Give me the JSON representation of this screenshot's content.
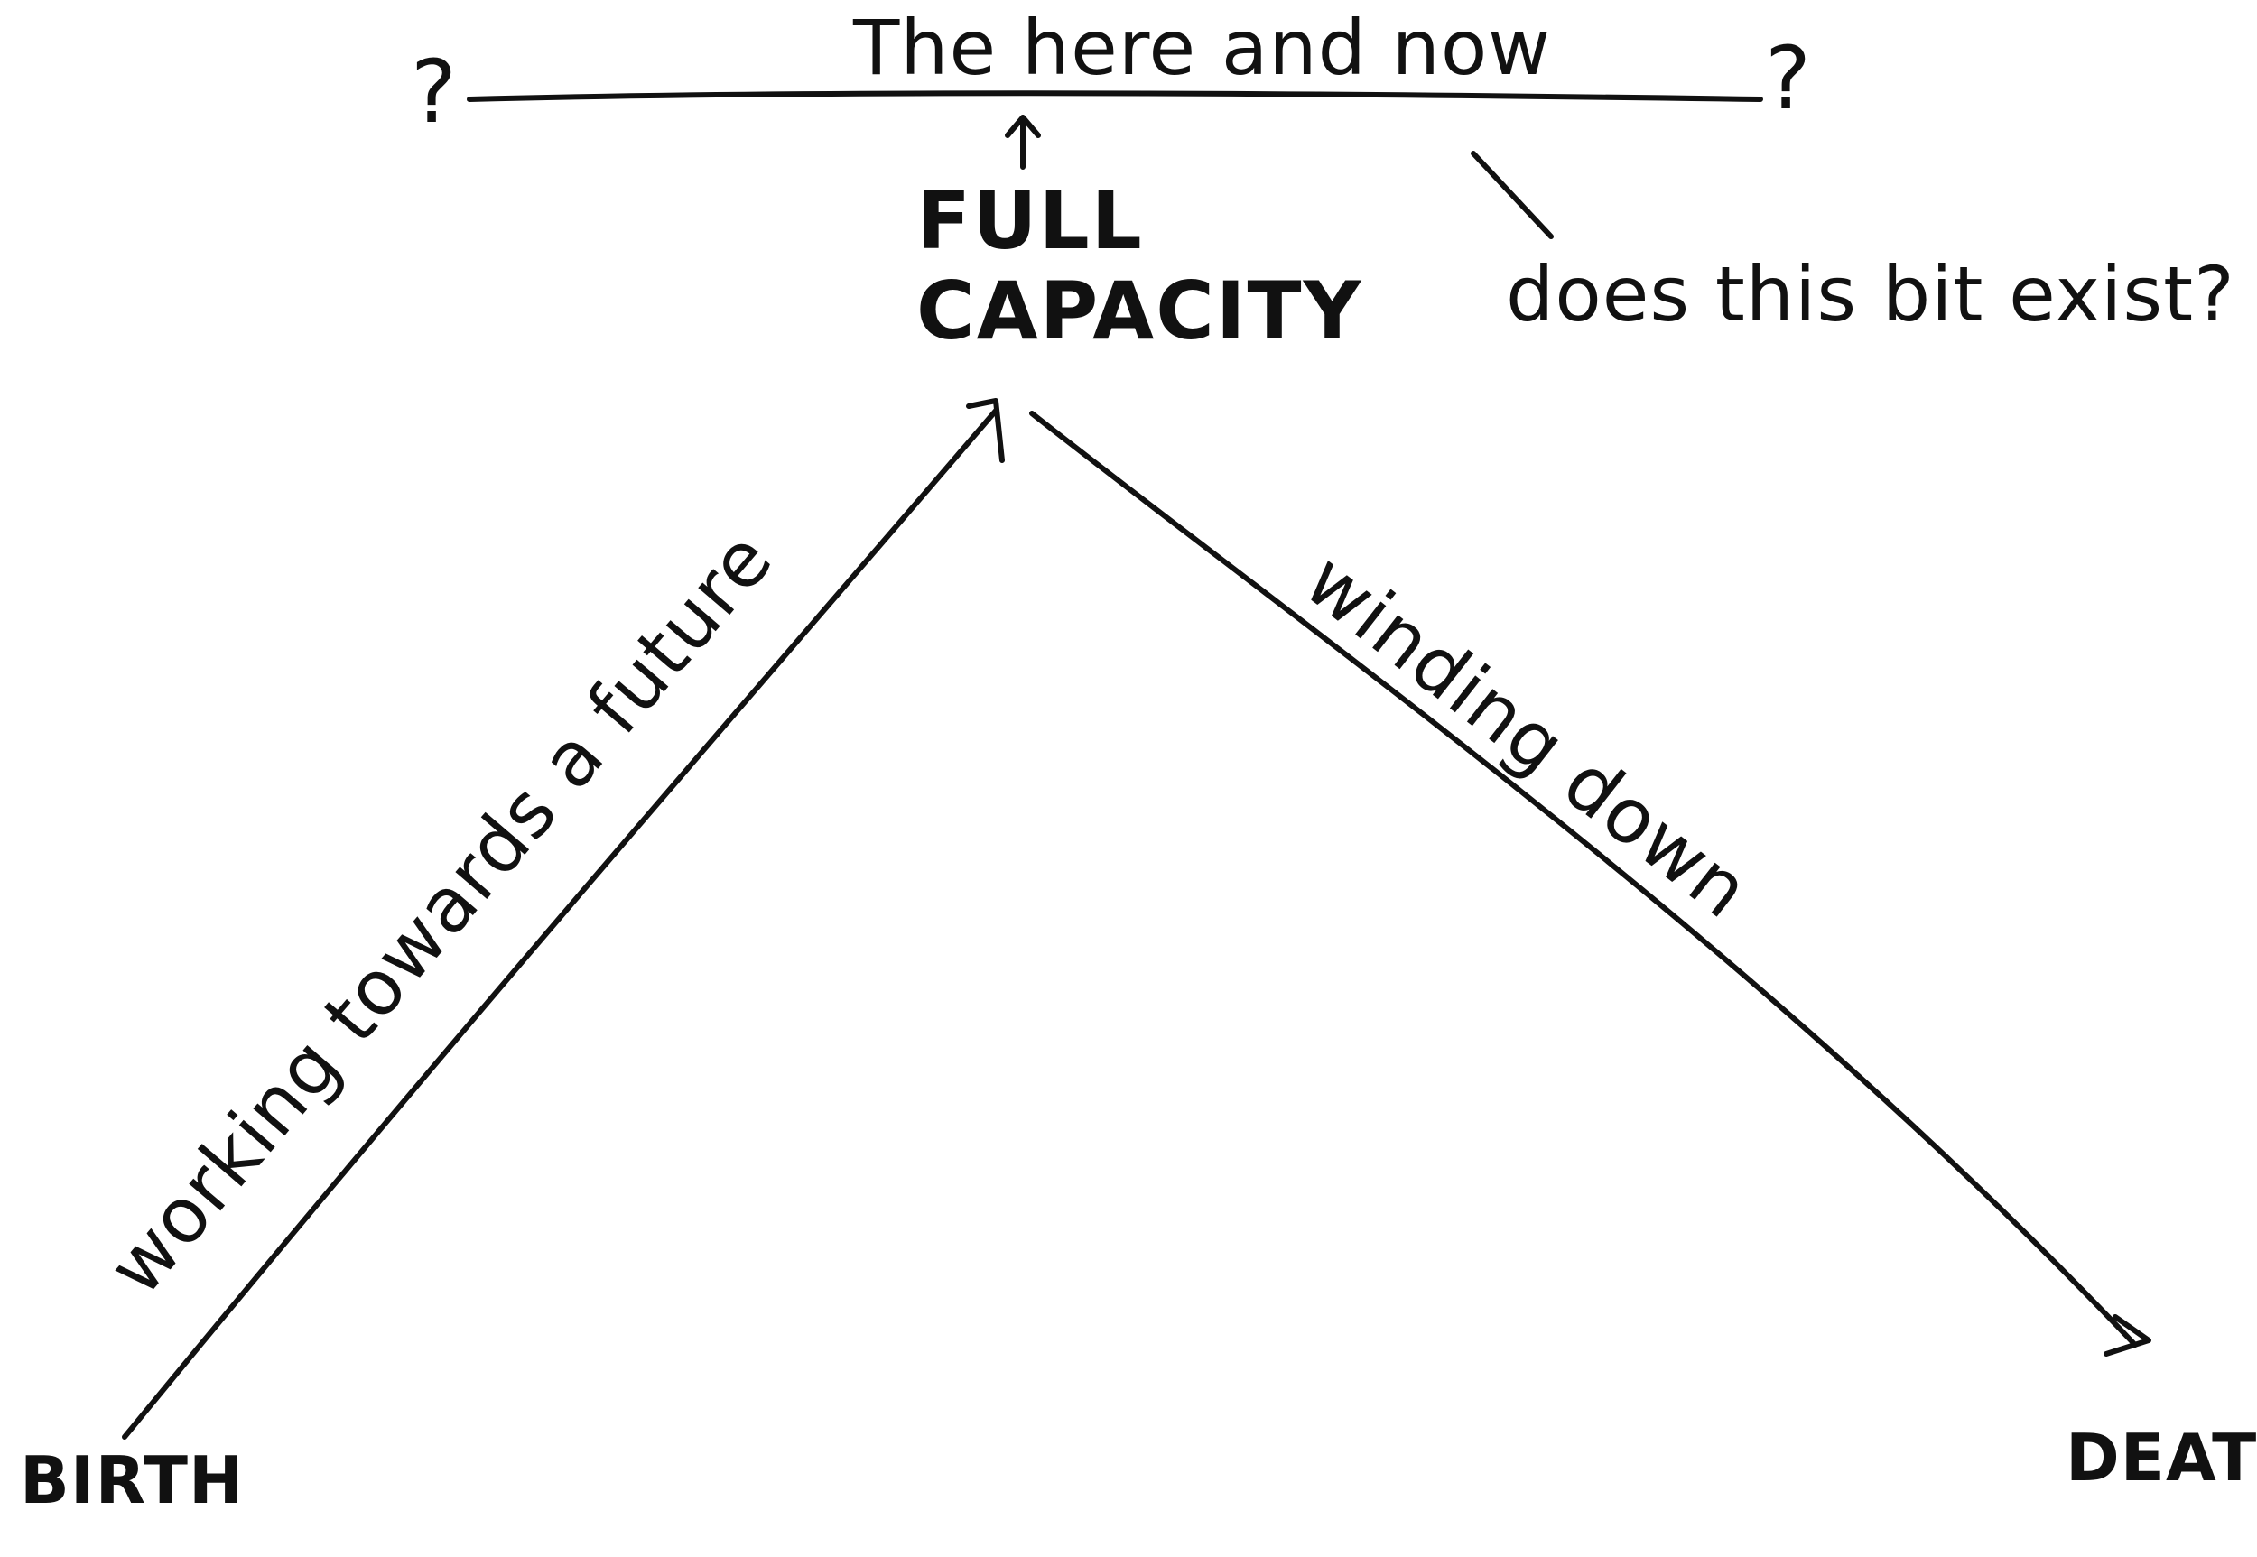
{
  "labels": {
    "here_and_now": "The here and now",
    "question_left": "?",
    "question_right": "?",
    "full": "FULL",
    "capacity": "CAPACITY",
    "does_this_exist": "does this bit exist?",
    "working_towards": "working towards a future",
    "winding_down": "winding down",
    "birth": "BIRTH",
    "death": "DEATH"
  },
  "colors": {
    "ink": "#111111",
    "paper": "#ffffff"
  }
}
